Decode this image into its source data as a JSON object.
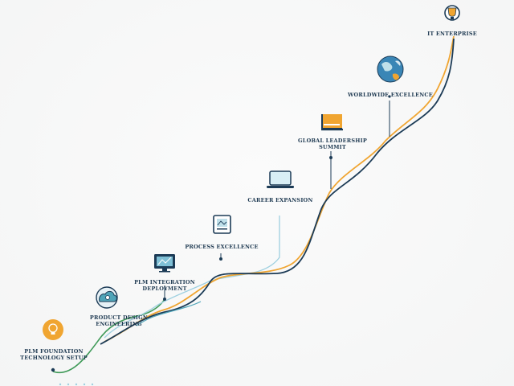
{
  "colors": {
    "navy": "#1c3b56",
    "orange": "#f0a531",
    "teal": "#4fa4b8",
    "green": "#3f9a58",
    "light_blue": "#9fd0e0"
  },
  "milestones": [
    {
      "label": "PLM FOUNDATION\nTECHNOLOGY SETUP",
      "icon": "lightbulb-icon"
    },
    {
      "label": "PRODUCT DESIGN\nENGINEERING",
      "icon": "cloud-gear-icon"
    },
    {
      "label": "PLM INTEGRATION\nDEPLOYMENT",
      "icon": "monitor-icon"
    },
    {
      "label": "PROCESS EXCELLENCE",
      "icon": "document-icon"
    },
    {
      "label": "CAREER EXPANSION",
      "icon": "laptop-icon"
    },
    {
      "label": "GLOBAL LEADERSHIP\nSUMMIT",
      "icon": "folder-icon"
    },
    {
      "label": "WORLDWIDE EXCELLENCE",
      "icon": "globe-icon"
    },
    {
      "label": "IT ENTERPRISE",
      "icon": "trophy-icon"
    }
  ]
}
